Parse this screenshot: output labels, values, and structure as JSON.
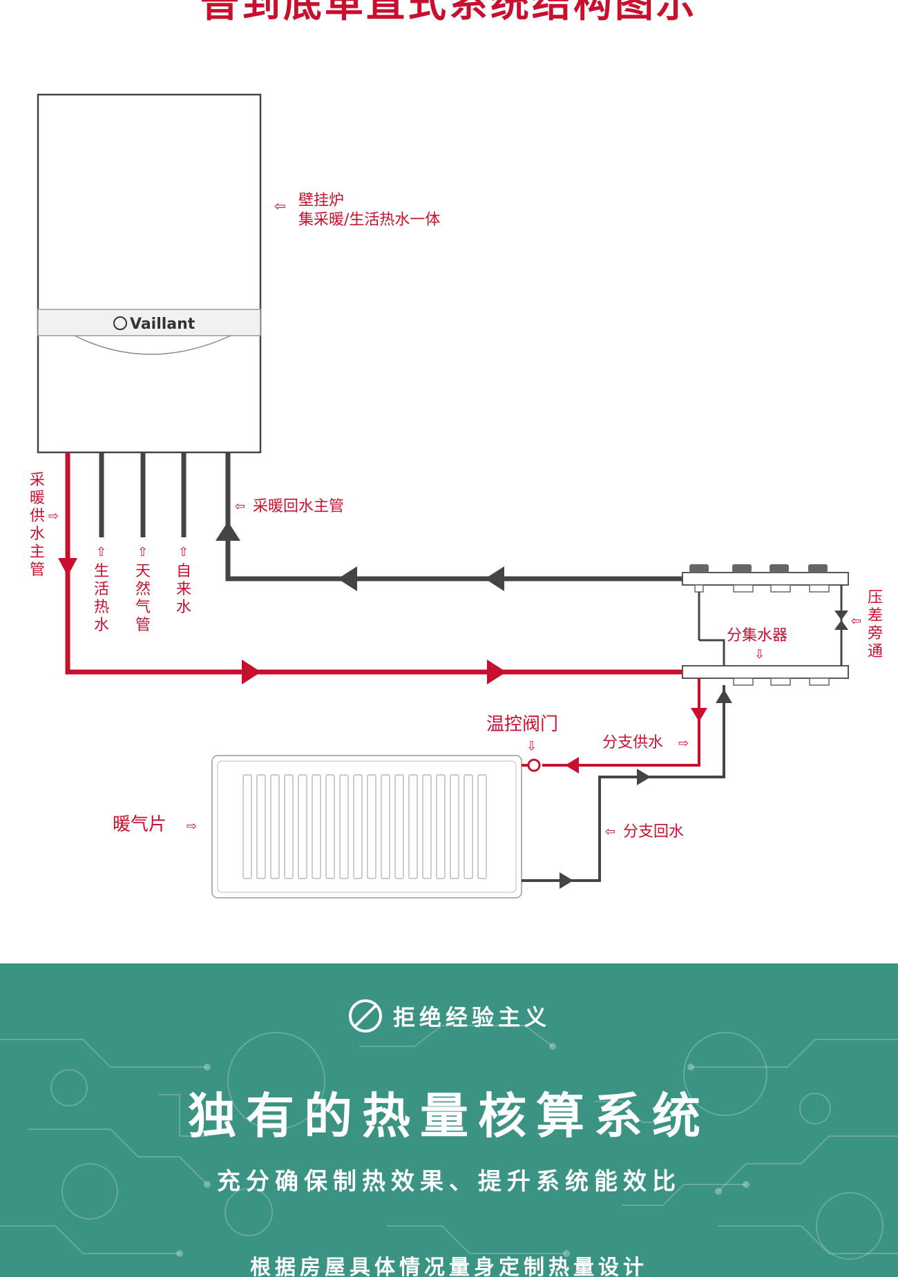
{
  "header": {
    "title": "普到底革直式系统结构图示"
  },
  "diagram": {
    "boiler": {
      "brand": "Vaillant",
      "label_line1": "壁挂炉",
      "label_line2": "集采暖/生活热水一体"
    },
    "labels": {
      "supply_main": "采暖供水主管",
      "domestic_hot_water": "生活热水",
      "natural_gas": "天然气管",
      "tap_water": "自来水",
      "return_main": "采暖回水主管",
      "manifold": "分集水器",
      "bypass": "压差旁通",
      "thermo_valve": "温控阀门",
      "branch_supply": "分支供水",
      "branch_return": "分支回水",
      "radiator": "暖气片"
    },
    "colors": {
      "supply": "#c8102e",
      "return": "#4a4a4a",
      "text_red": "#c8102e"
    }
  },
  "promo": {
    "badge_icon": "prohibit-icon",
    "tagline": "拒绝经验主义",
    "headline": "独有的热量核算系统",
    "subline": "充分确保制热效果、提升系统能效比",
    "bottomline": "根据房屋具体情况量身定制热量设计",
    "background_color": "#3b9384"
  }
}
